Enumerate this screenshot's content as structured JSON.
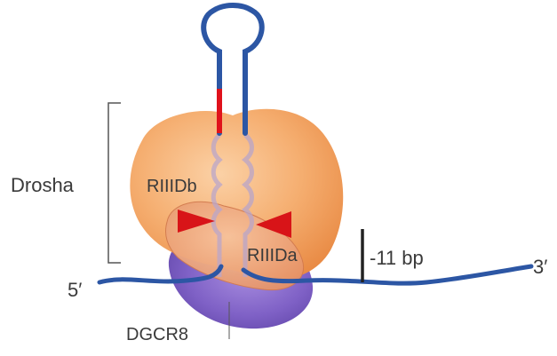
{
  "labels": {
    "drosha": "Drosha",
    "rIIIDb": "RIIIDb",
    "rIIIDa": "RIIIDa",
    "dgcr8": "DGCR8",
    "five_prime": "5′",
    "three_prime": "3′",
    "bp_offset": "-11 bp"
  },
  "colors": {
    "rna_strand": "#2c56a4",
    "stem_highlight": "#e0121b",
    "cleavage_marker": "#d81418",
    "drosha_body": "#f4a96c",
    "drosha_lobe": "#eea178",
    "dgcr8_body": "#7b5ec2",
    "bracket": "#555555",
    "scale_bar": "#222222"
  },
  "icons": {
    "cleavage_left": "triangle-right-icon",
    "cleavage_right": "triangle-left-icon"
  }
}
